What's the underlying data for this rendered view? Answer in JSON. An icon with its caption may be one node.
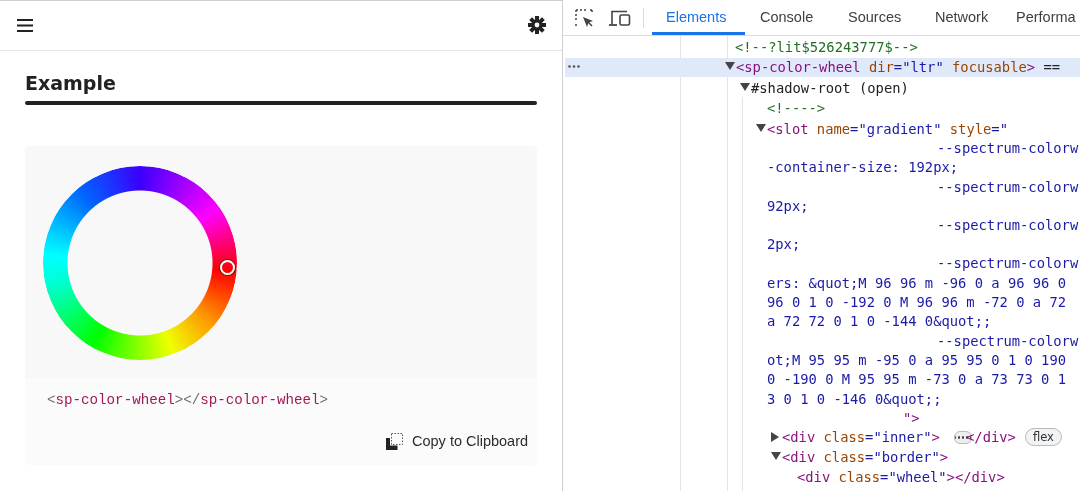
{
  "diagram": {
    "title": "Example",
    "labels": [
      "Elements",
      "Console",
      "Sources",
      "Network",
      "Performa",
      "<!--?lit$526243777$-->",
      "<sp-color-wheel dir=\"ltr\" focusable> ==",
      "#shadow-root (open)",
      "<!---->",
      "<slot name=\"gradient\" style=\"",
      "--spectrum-colorw",
      "-container-size: 192px;",
      "--spectrum-colorw",
      "92px;",
      "--spectrum-colorw",
      "2px;",
      "--spectrum-colorw",
      "ers: &quot;M 96 96 m -96 0 a 96 96 0",
      "96 0 1 0 -192 0 M 96 96 m -72 0 a 72",
      "a 72 72 0 1 0 -144 0&quot;;",
      "--spectrum-colorw",
      "ot;M 95 95 m -95 0 a 95 95 0 1 0 190",
      "0 -190 0 M 95 95 m -73 0 a 73 73 0 1",
      "3 0 1 0 -146 0&quot;;",
      "\">",
      "<div class=\"inner\">",
      "</div>",
      "flex",
      "<div class=\"border\">",
      "<div class=\"wheel\"></div>",
      "<sp-color-wheel></sp-color-wheel>",
      "Copy to Clipboard"
    ]
  }
}
